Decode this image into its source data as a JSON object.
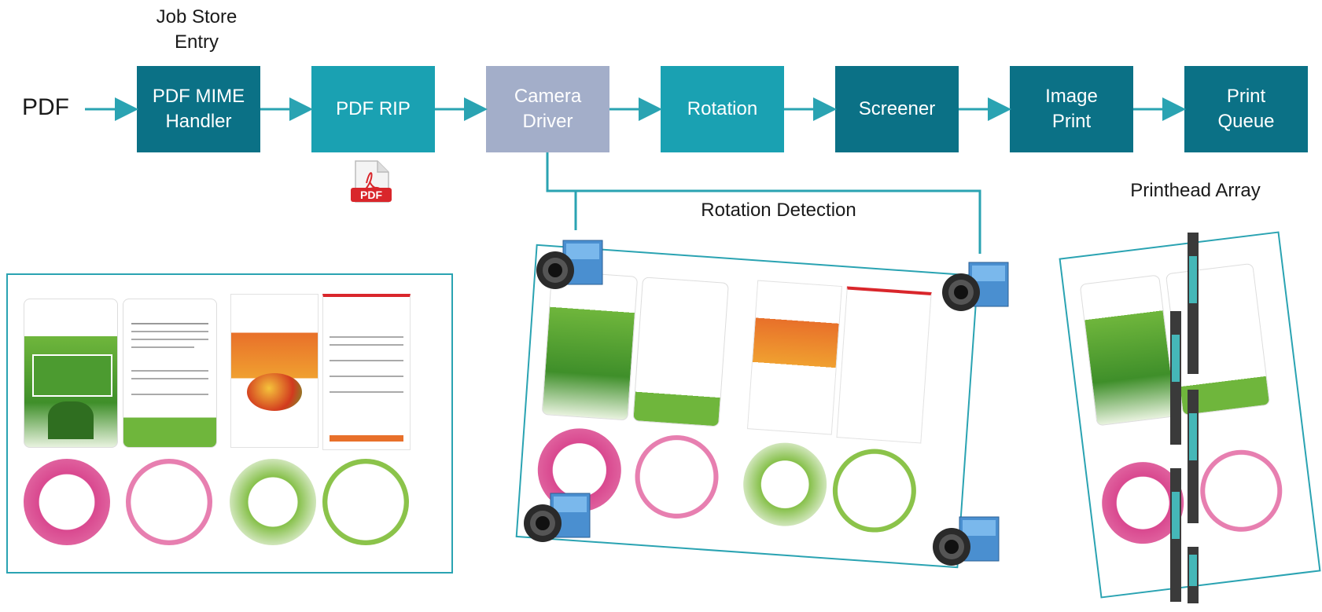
{
  "source_label": "PDF",
  "job_store_label": "Job Store\nEntry",
  "pipeline": [
    {
      "label": "PDF MIME\nHandler"
    },
    {
      "label": "PDF RIP"
    },
    {
      "label": "Camera\nDriver"
    },
    {
      "label": "Rotation"
    },
    {
      "label": "Screener"
    },
    {
      "label": "Image\nPrint"
    },
    {
      "label": "Print\nQueue"
    }
  ],
  "pdf_icon_text": "PDF",
  "rotation_detection_label": "Rotation Detection",
  "printhead_label": "Printhead Array",
  "colors": {
    "dark_teal": "#0b7186",
    "mid_teal": "#1aa1b2",
    "camera_box": "#a3aec9",
    "connector": "#2aa3b2",
    "pdf_red": "#d9262b"
  },
  "icons": [
    "pdf-file-icon",
    "camera-icon",
    "printhead-icon"
  ]
}
